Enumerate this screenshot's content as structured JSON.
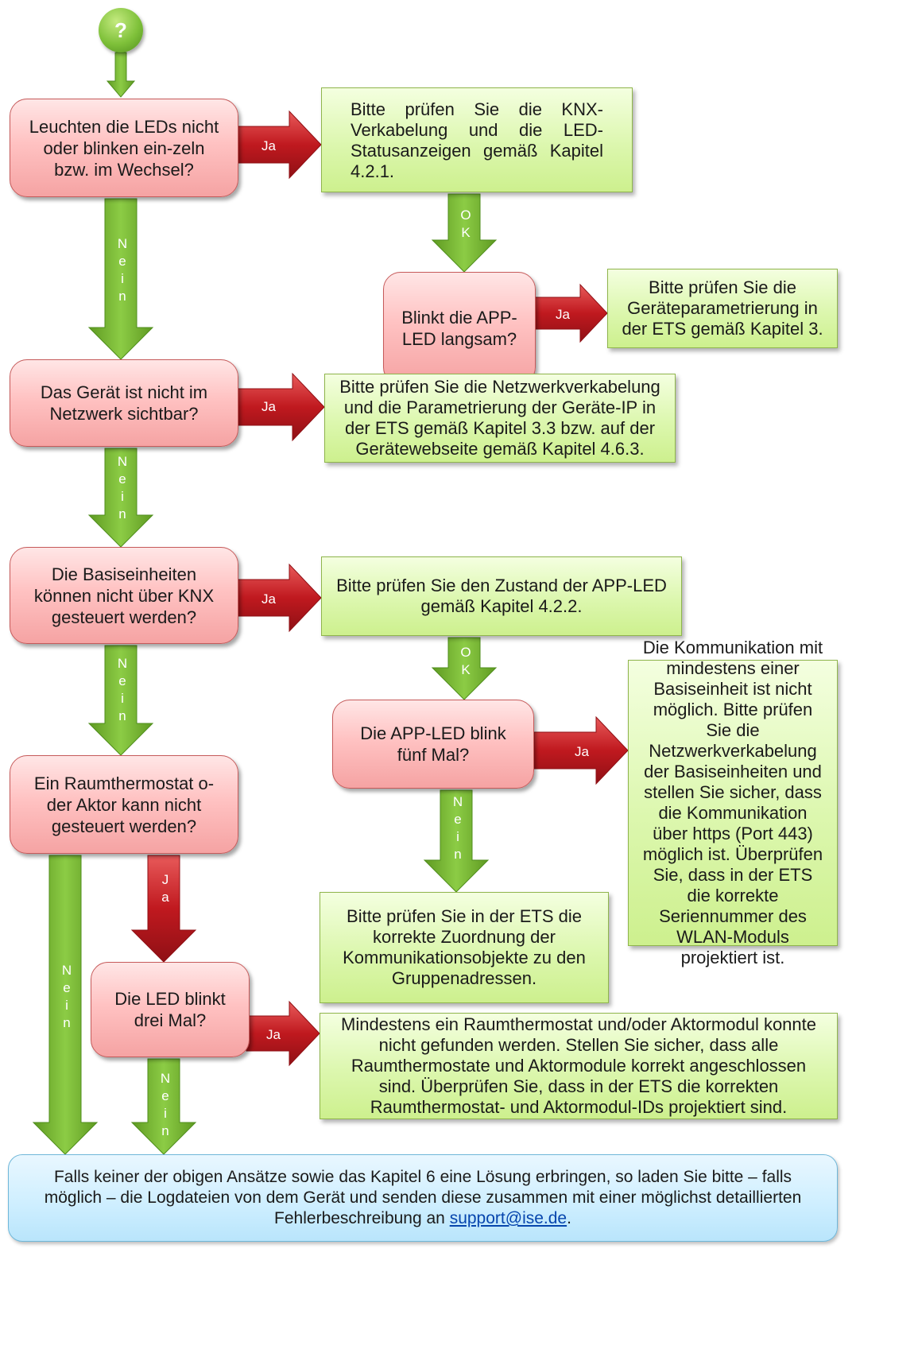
{
  "start": {
    "symbol": "?"
  },
  "questions": {
    "q1": "Leuchten die LEDs nicht oder blinken ein-zeln bzw. im Wechsel?",
    "q1b": "Blinkt die APP-LED langsam?",
    "q2": "Das Gerät ist nicht im Netzwerk sichtbar?",
    "q3": "Die Basiseinheiten können nicht über KNX gesteuert werden?",
    "q3b": "Die APP-LED blink fünf Mal?",
    "q4": "Ein Raumthermostat o-der Aktor kann nicht gesteuert werden?",
    "q4b": "Die LED blinkt drei Mal?"
  },
  "answers": {
    "a1": "Bitte prüfen Sie die KNX-Verkabelung und die LED-Statusanzeigen gemäß Kapitel 4.2.1.",
    "a1b": "Bitte prüfen Sie die Geräteparametrierung in der ETS gemäß Kapitel 3.",
    "a2": "Bitte prüfen Sie die Netzwerkverkabelung und die Parametrierung der Geräte-IP in der ETS gemäß Kapitel 3.3 bzw. auf der Gerätewebseite gemäß Kapitel 4.6.3.",
    "a3": "Bitte prüfen Sie den Zustand der APP-LED gemäß Kapitel 4.2.2.",
    "a3b": "Die Kommunikation mit mindestens einer Basiseinheit ist nicht möglich. Bitte prüfen Sie die Netzwerkverkabelung der Basiseinheiten und stellen Sie sicher, dass die Kommunikation über https (Port 443) möglich ist. Überprüfen Sie, dass in der ETS die korrekte Seriennummer des WLAN-Moduls projektiert ist.",
    "a3c": "Bitte prüfen Sie in der ETS die korrekte Zuordnung der Kommunikationsobjekte zu den Gruppenadressen.",
    "a4b": "Mindestens ein Raumthermostat und/oder Aktormodul konnte nicht gefunden werden. Stellen Sie sicher, dass alle Raumthermostate und Aktormodule korrekt angeschlossen sind. Überprüfen Sie, dass in der ETS die korrekten Raumthermostat- und Aktormodul-IDs projektiert sind."
  },
  "final": {
    "text": "Falls keiner der obigen Ansätze sowie das Kapitel 6 eine Lösung erbringen, so laden Sie bitte – falls möglich – die Logdateien von dem Gerät und senden diese zusammen mit einer möglichst detaillierten Fehlerbeschreibung an",
    "link": "support@ise.de",
    "end": "."
  },
  "labels": {
    "ja": "Ja",
    "nein": "N\ne\ni\nn",
    "ok": "O\nK",
    "ja_vertical": "J\na"
  },
  "colors": {
    "question_fill": "#ffc2c2",
    "question_border": "#c65a5a",
    "answer_fill": "#dcf7ae",
    "answer_border": "#8fb54c",
    "final_fill": "#cdeeff",
    "arrow_red": "#c0191f",
    "arrow_green": "#7dbb35"
  }
}
